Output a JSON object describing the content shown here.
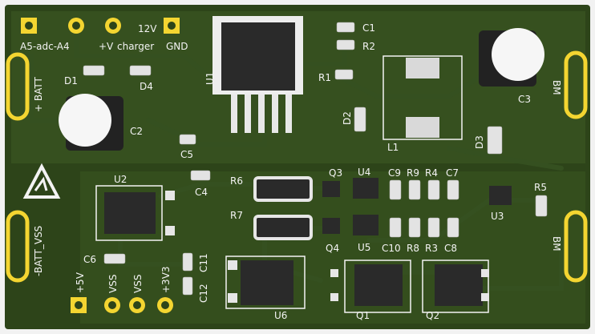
{
  "colors": {
    "board_edge": "#f2f2f2",
    "board": "#2d4419",
    "copper": "#3e5b24",
    "trace": "#3a5622",
    "silk": "#f3f3f3",
    "pad": "#d8a52c",
    "gold": "#f4d531",
    "ic": "#2a2a2a",
    "tin": "#d9d9d9"
  },
  "labels": {
    "top_header": "A5-adc-A4",
    "plus_v": "+V",
    "charger": "charger",
    "v12": "12V",
    "gnd": "GND",
    "plus_batt": "+ BATT",
    "minus_batt": "-BATT_VSS",
    "bm_top": "BM",
    "bm_bottom": "BM",
    "p5v": "+5V",
    "vss1": "VSS",
    "vss2": "VSS",
    "p3v3": "+3V3"
  },
  "refdes": {
    "U1": "U1",
    "U2": "U2",
    "U3": "U3",
    "U4": "U4",
    "U5": "U5",
    "U6": "U6",
    "C1": "C1",
    "C2": "C2",
    "C3": "C3",
    "C4": "C4",
    "C5": "C5",
    "C6": "C6",
    "C7": "C7",
    "C8": "C8",
    "C9": "C9",
    "C10": "C10",
    "C11": "C11",
    "C12": "C12",
    "R1": "R1",
    "R2": "R2",
    "R3": "R3",
    "R4": "R4",
    "R5": "R5",
    "R6": "R6",
    "R7": "R7",
    "R8": "R8",
    "R9": "R9",
    "D1": "D1",
    "D2": "D2",
    "D3": "D3",
    "D4": "D4",
    "L1": "L1",
    "Q1": "Q1",
    "Q2": "Q2",
    "Q3": "Q3",
    "Q4": "Q4"
  }
}
